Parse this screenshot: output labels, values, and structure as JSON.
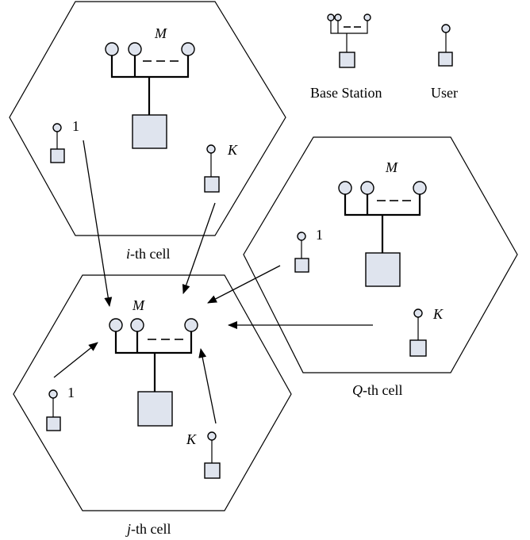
{
  "legend": {
    "base_station_label": "Base Station",
    "user_label": "User"
  },
  "cells": {
    "i": {
      "prefix": "i",
      "suffix": "-th cell",
      "antennas": "M",
      "user_first": "1",
      "user_last": "K"
    },
    "q": {
      "prefix": "Q",
      "suffix": "-th cell",
      "antennas": "M",
      "user_first": "1",
      "user_last": "K"
    },
    "j": {
      "prefix": "j",
      "suffix": "-th cell",
      "antennas": "M",
      "user_first": "1",
      "user_last": "K"
    }
  }
}
